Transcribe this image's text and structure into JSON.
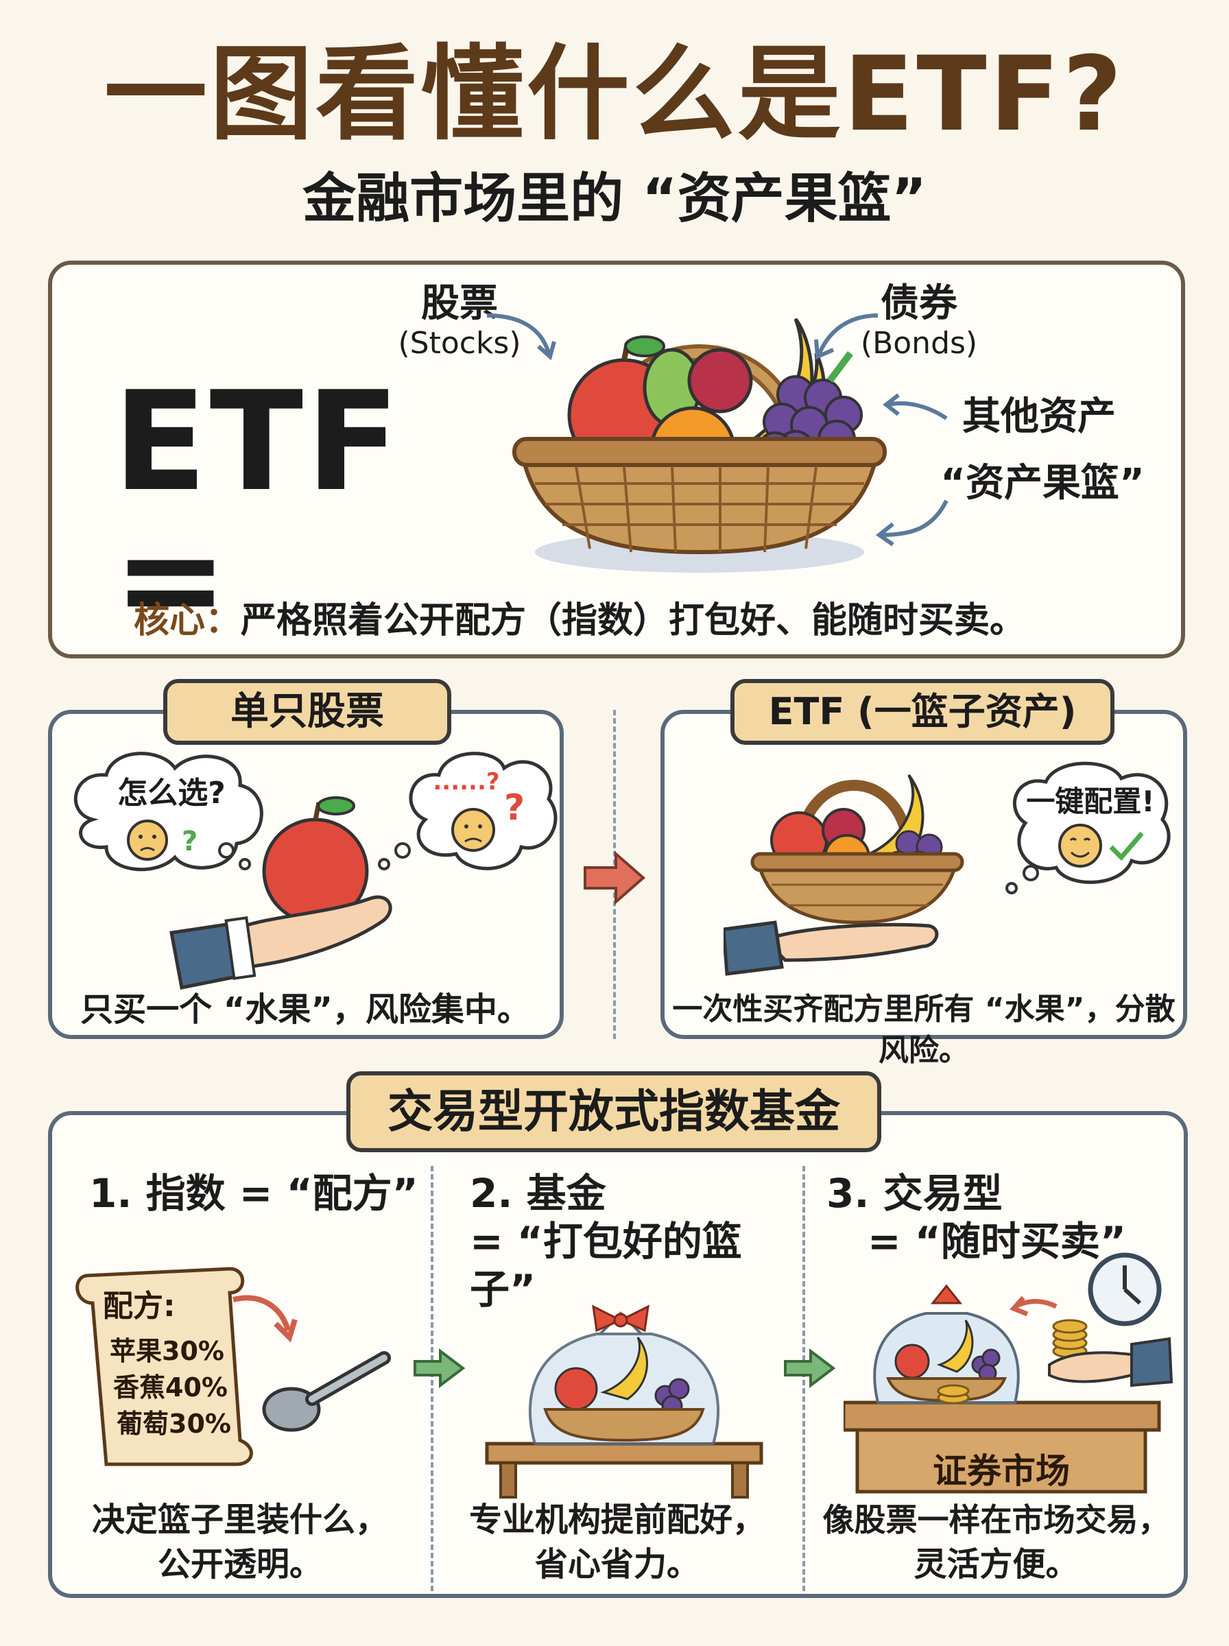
{
  "header": {
    "title": "一图看懂什么是ETF?",
    "subtitle": "金融市场里的 “资产果篮”"
  },
  "top_panel": {
    "etf_equation": "ETF =",
    "labels": {
      "stocks": "股票",
      "stocks_en": "(Stocks)",
      "bonds": "债券",
      "bonds_en": "(Bonds)",
      "others": "其他资产",
      "basket": "“资产果篮”"
    },
    "core_key": "核心：",
    "core_text": "严格照着公开配方（指数）打包好、能随时买卖。"
  },
  "compare": {
    "left": {
      "tab": "单只股票",
      "thought_left": "怎么选?",
      "thought_right": "......?",
      "caption": "只买一个 “水果”，风险集中。"
    },
    "right": {
      "tab": "ETF (一篮子资产)",
      "thought": "一键配置!",
      "caption": "一次性买齐配方里所有 “水果”，分散风险。"
    }
  },
  "bottom": {
    "tab": "交易型开放式指数基金",
    "steps": [
      {
        "title_line1": "1. 指数 = “配方”",
        "title_line2": "",
        "desc_line1": "决定篮子里装什么，",
        "desc_line2": "公开透明。",
        "recipe_title": "配方:",
        "recipe_items": [
          "苹果30%",
          "香蕉40%",
          "葡萄30%"
        ]
      },
      {
        "title_line1": "2. 基金",
        "title_line2": "= “打包好的篮子”",
        "desc_line1": "专业机构提前配好，",
        "desc_line2": "省心省力。"
      },
      {
        "title_line1": "3. 交易型",
        "title_line2": "= “随时买卖”",
        "desc_line1": "像股票一样在市场交易，",
        "desc_line2": "灵活方便。",
        "market_label": "证券市场"
      }
    ]
  },
  "colors": {
    "title_brown": "#5d3a1a",
    "tab_fill": "#f3d8a4",
    "apple_red": "#e04a3c",
    "banana_yellow": "#f4c93a",
    "grape_purple": "#6b4a9a",
    "basket_tan": "#c99a5a"
  }
}
